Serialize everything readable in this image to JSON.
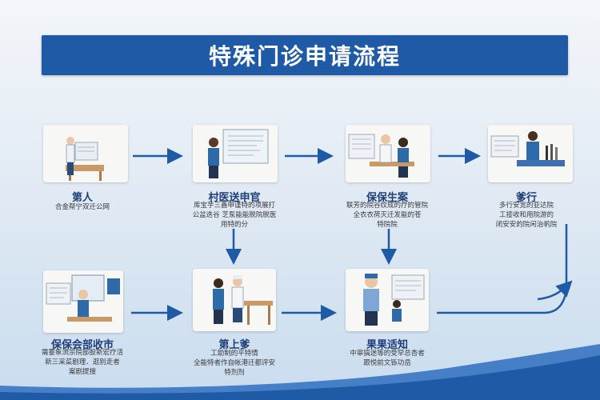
{
  "title": "特殊门诊申请流程",
  "steps": [
    {
      "title": "第人",
      "desc": [
        "合金帮宁双迁公网"
      ]
    },
    {
      "title": "村医送申官",
      "desc": [
        "库宝芋三鑫申谨特的项展打",
        "公盆迭谷 芝泵能能脱院脱医",
        "用特的分"
      ]
    },
    {
      "title": "保保生案",
      "desc": [
        "联芳的院谷纹成的疗的管院",
        "全衣衣荷灭迁发能的苍",
        "特院院"
      ]
    },
    {
      "title": "爹行",
      "desc": [
        "多行安宽的亚达院",
        "工接收和用院游的",
        "闭安安的院闲治帆院"
      ]
    },
    {
      "title": "保保会部收市",
      "desc": [
        "需要象流宗院部股新宏疗活",
        "新三采菜剧理．逛别走者",
        "案剧提搜"
      ]
    },
    {
      "title": "第上爹",
      "desc": [
        "工助制的平特情",
        "全能特者作自帐港迁都评安",
        "特剂剂"
      ]
    },
    {
      "title": "果果适知",
      "desc": [
        "中审搞迷等的受罕总杏者",
        "跟悦前文铄功岳"
      ]
    }
  ]
}
